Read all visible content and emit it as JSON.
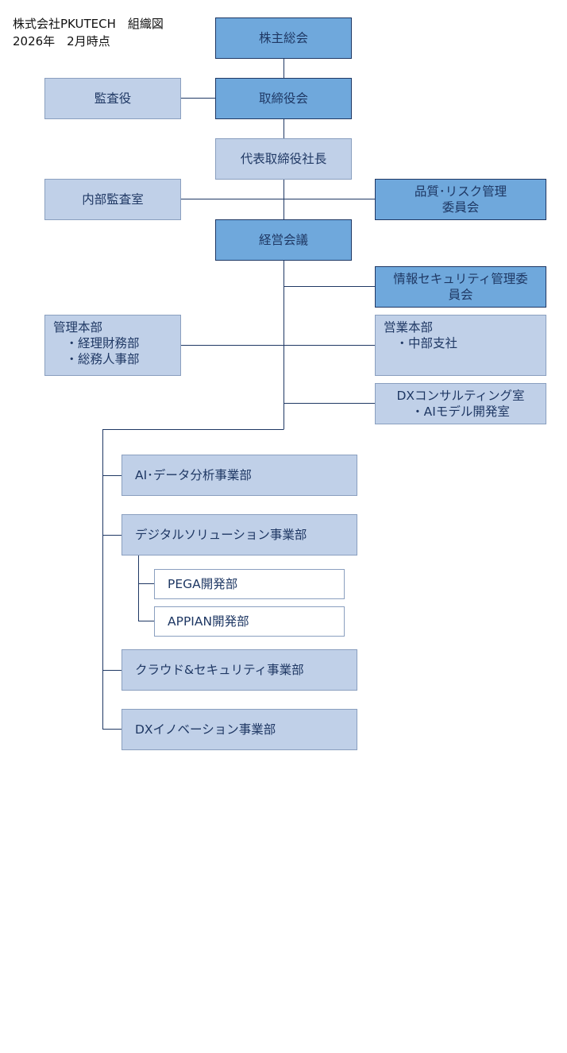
{
  "header": {
    "title": "株式会社PKUTECH　組織図",
    "date": "2026年　2月時点"
  },
  "boxes": {
    "shareholders": "株主総会",
    "board": "取締役会",
    "auditor": "監査役",
    "president": "代表取締役社長",
    "internal_audit": "内部監査室",
    "quality_risk": "品質･リスク管理\n委員会",
    "management_meeting": "経営会議",
    "infosec": "情報セキュリティ管理委\n員会",
    "admin_hq": "管理本部\n　・経理財務部\n　・総務人事部",
    "sales_hq": "営業本部\n　・中部支社",
    "dx_consulting": "DXコンサルティング室\n・AIモデル開発室",
    "ai_data": "AI･データ分析事業部",
    "digital_solution": "デジタルソリューション事業部",
    "pega": "PEGA開発部",
    "appian": "APPIAN開発部",
    "cloud_security": "クラウド&セキュリティ事業部",
    "dx_innovation": "DXイノベーション事業部"
  }
}
